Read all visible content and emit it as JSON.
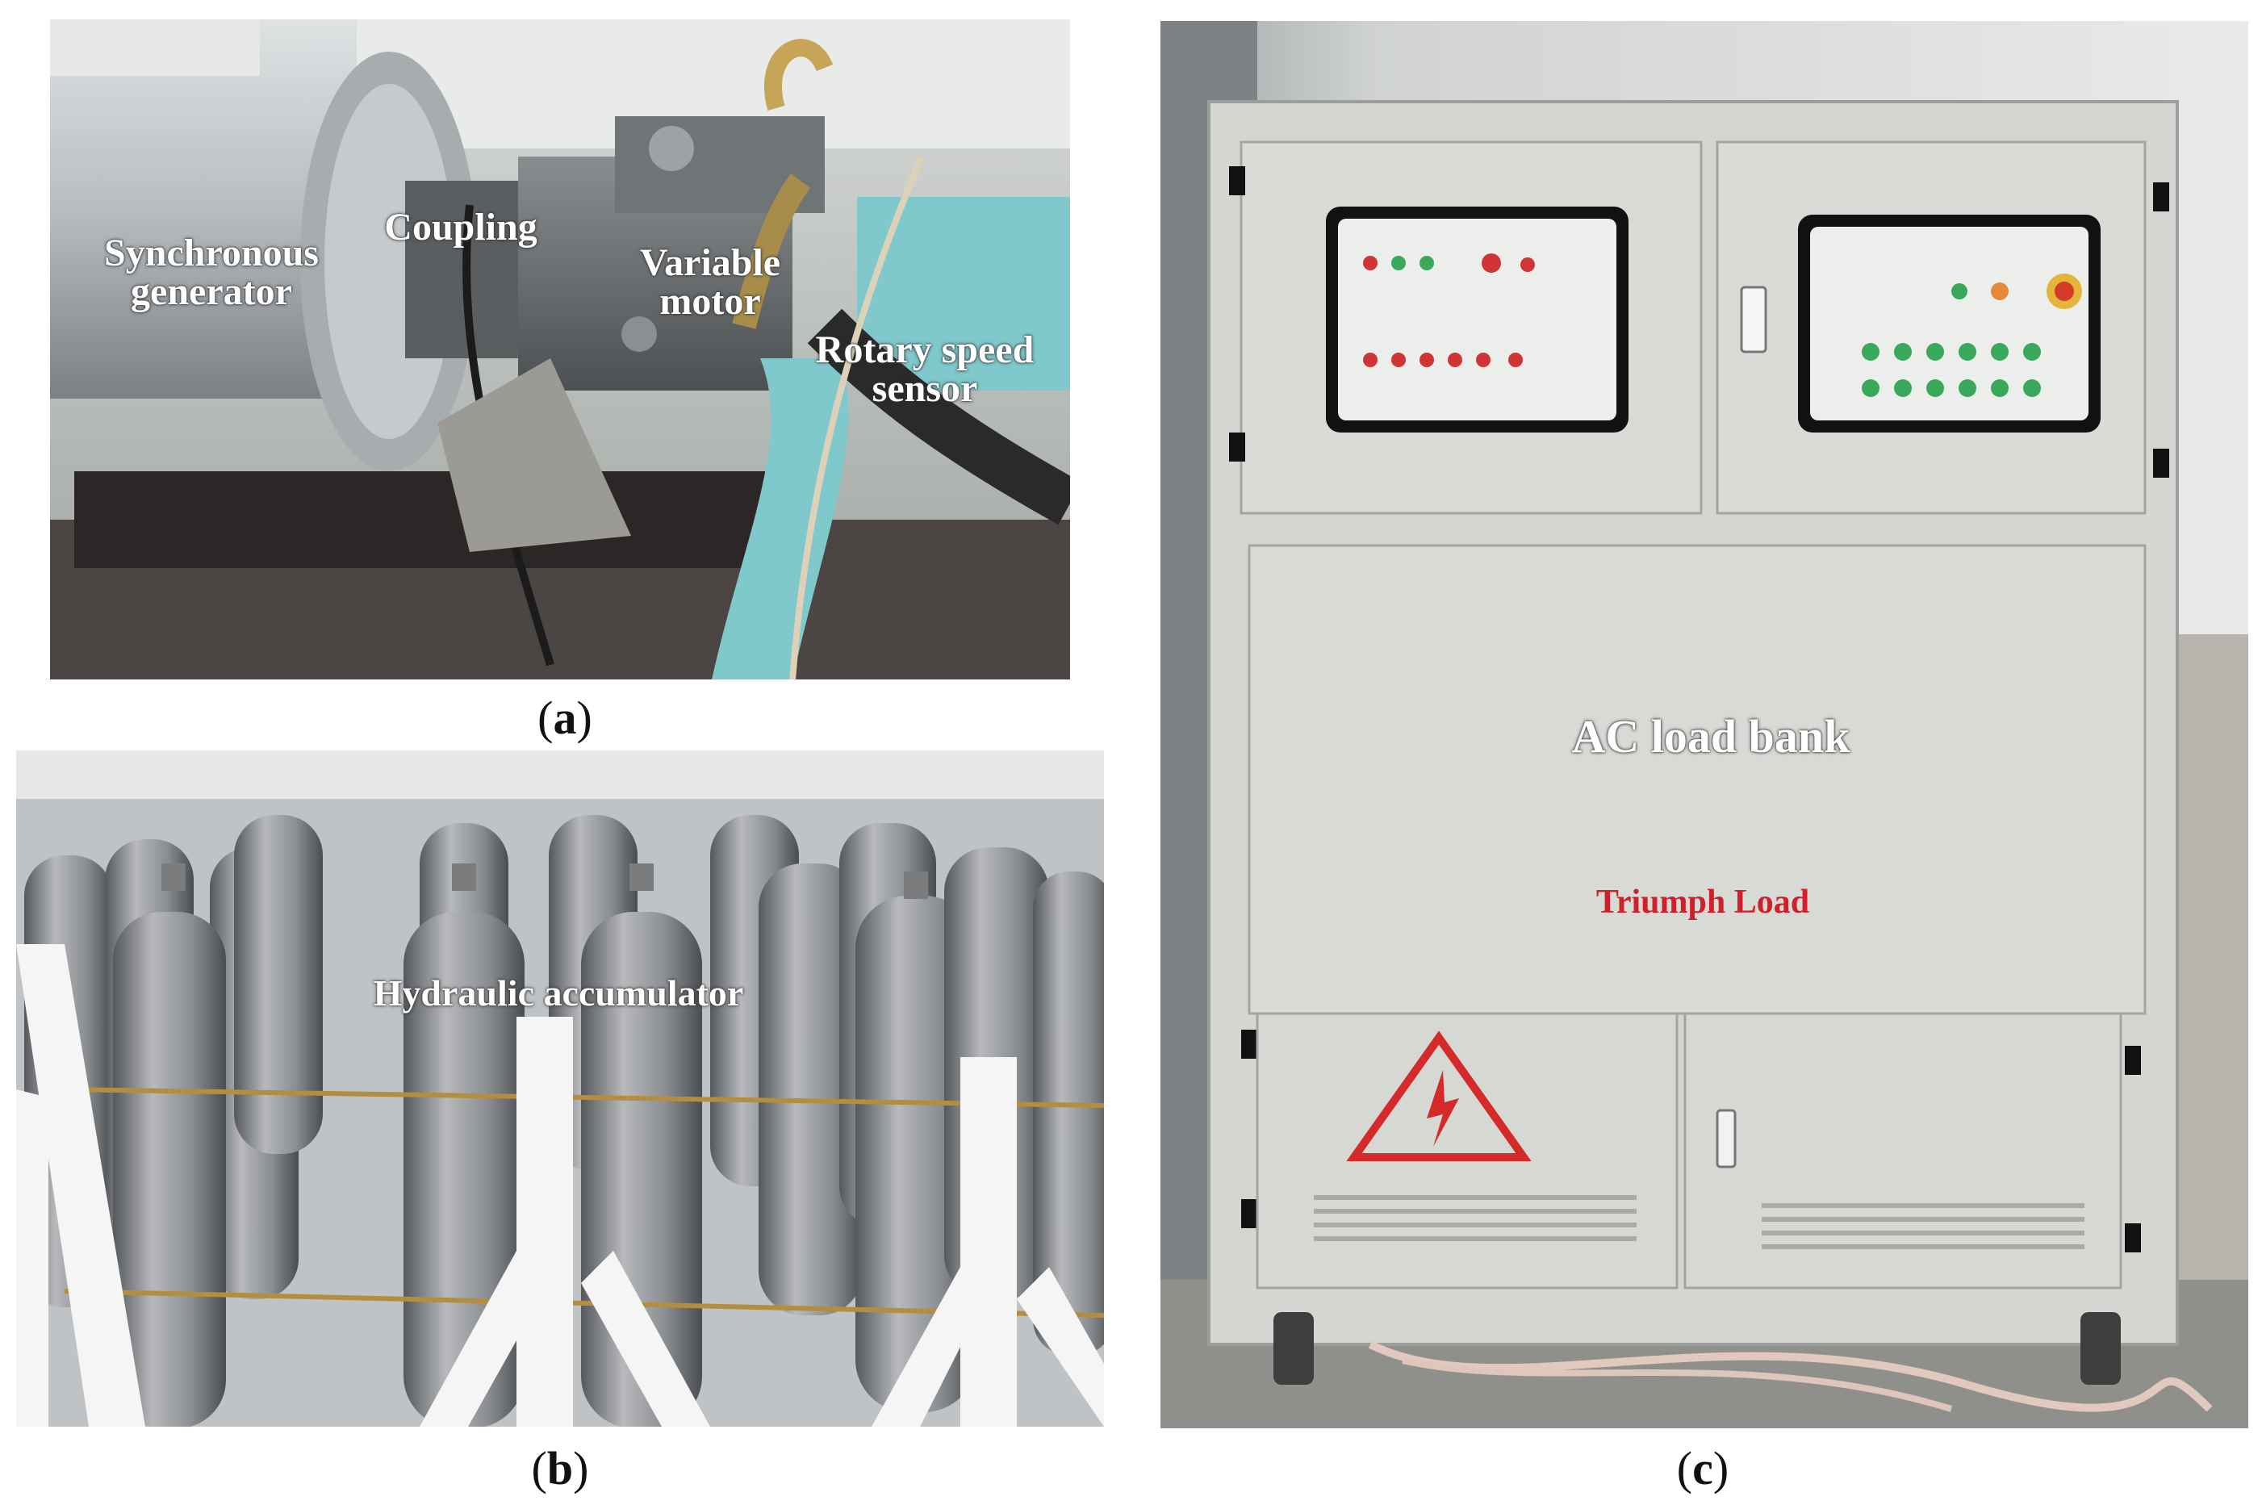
{
  "panels": {
    "a": {
      "caption_letter": "a",
      "labels": {
        "synchronous_generator_line1": "Synchronous",
        "synchronous_generator_line2": "generator",
        "coupling": "Coupling",
        "variable_motor_line1": "Variable",
        "variable_motor_line2": "motor",
        "rotary_speed_sensor_line1": "Rotary speed",
        "rotary_speed_sensor_line2": "sensor"
      }
    },
    "b": {
      "caption_letter": "b",
      "labels": {
        "hydraulic_accumulator": "Hydraulic accumulator"
      }
    },
    "c": {
      "caption_letter": "c",
      "labels": {
        "ac_load_bank": "AC load bank",
        "triumph_load": "Triumph Load"
      }
    }
  },
  "colors": {
    "label_text": "#ffffff",
    "brand_text": "#d0202a",
    "cabinet": "#d9dbd6",
    "accumulator": "#8e9093"
  }
}
